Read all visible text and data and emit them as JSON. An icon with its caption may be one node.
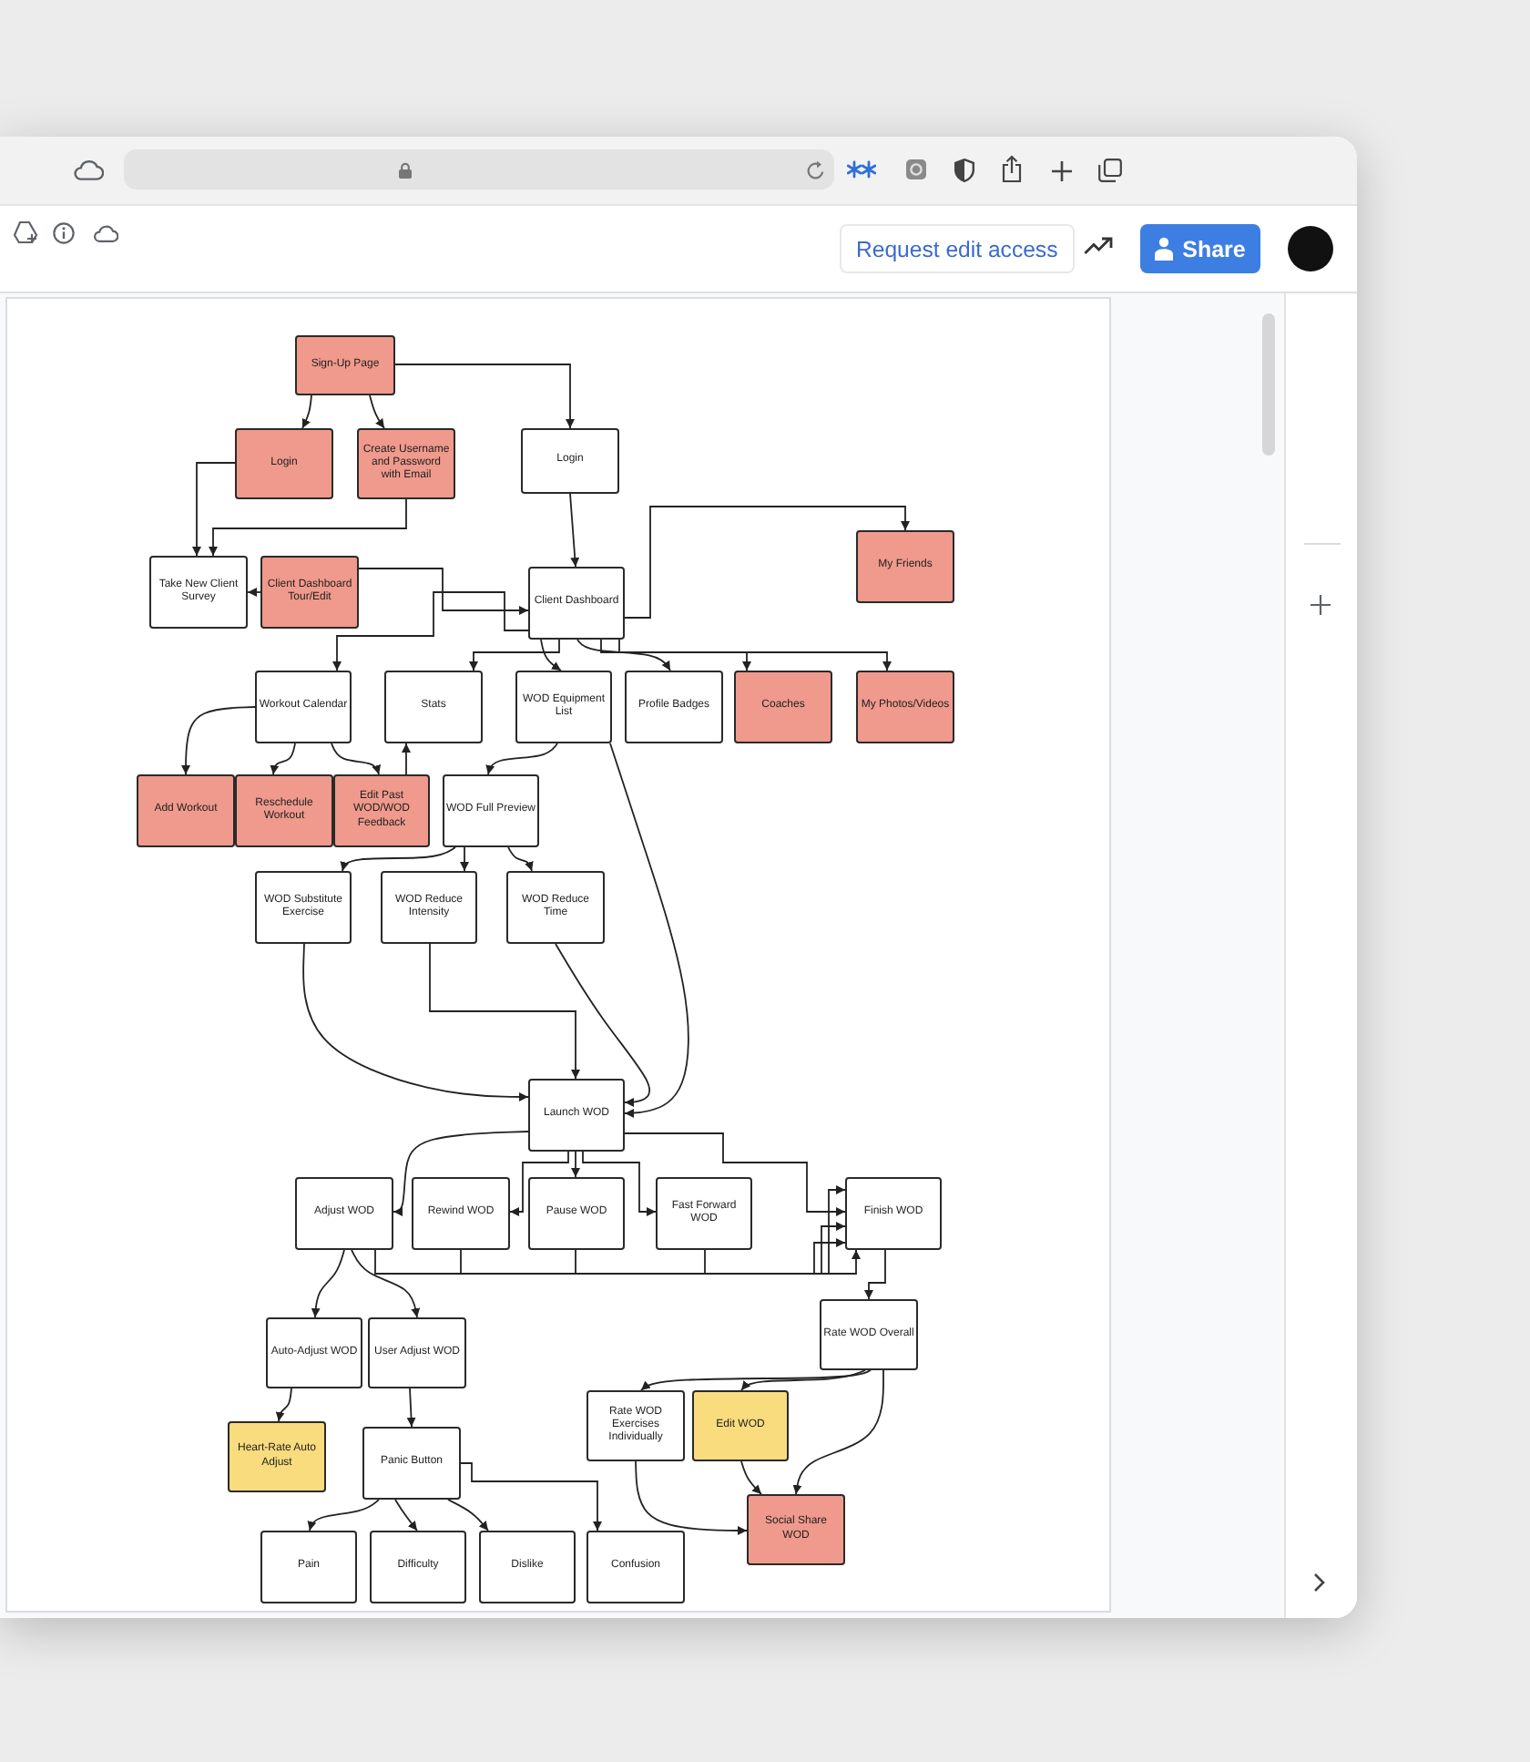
{
  "diagram": {
    "nodes": [
      {
        "text": [
          "Sign-Up Page"
        ]
      },
      {
        "text": [
          "Login"
        ]
      },
      {
        "text": [
          "Create Username and Password with Email"
        ]
      },
      {
        "text": [
          "Login"
        ]
      },
      {
        "text": [
          "Take New Client Survey"
        ]
      },
      {
        "text": [
          "Client Dashboard Tour/Edit"
        ]
      },
      {
        "text": [
          "Client Dashboard"
        ]
      },
      {
        "text": [
          "My Friends"
        ]
      },
      {
        "text": [
          "Workout Calendar"
        ]
      },
      {
        "text": [
          "Stats"
        ]
      },
      {
        "text": [
          "WOD Equipment List"
        ]
      },
      {
        "text": [
          "Profile Badges"
        ]
      },
      {
        "text": [
          "Coaches"
        ]
      },
      {
        "text": [
          "My Photos/Videos"
        ]
      },
      {
        "text": [
          "Add Workout"
        ]
      },
      {
        "text": [
          "Reschedule Workout"
        ]
      },
      {
        "text": [
          "Edit Past WOD/WOD Feedback"
        ]
      },
      {
        "text": [
          "WOD Full Preview"
        ]
      },
      {
        "text": [
          "WOD Substitute Exercise"
        ]
      },
      {
        "text": [
          "WOD Reduce Intensity"
        ]
      },
      {
        "text": [
          "WOD Reduce Time"
        ]
      },
      {
        "text": [
          "Launch WOD"
        ]
      },
      {
        "text": [
          "Adjust WOD"
        ]
      },
      {
        "text": [
          "Rewind WOD"
        ]
      },
      {
        "text": [
          "Pause WOD"
        ]
      },
      {
        "text": [
          "Fast Forward WOD"
        ]
      },
      {
        "text": [
          "Finish WOD"
        ]
      },
      {
        "text": [
          "Auto-Adjust WOD"
        ]
      },
      {
        "text": [
          "User Adjust WOD"
        ]
      },
      {
        "text": [
          "Rate WOD Overall"
        ]
      },
      {
        "text": [
          "Heart-Rate Auto Adjust"
        ]
      },
      {
        "text": [
          "Panic Button"
        ]
      },
      {
        "text": [
          "Rate WOD Exercises Individually"
        ]
      },
      {
        "text": [
          "Edit WOD"
        ]
      },
      {
        "text": [
          "Social Share WOD"
        ]
      },
      {
        "text": [
          "Pain"
        ]
      },
      {
        "text": [
          "Difficulty"
        ]
      },
      {
        "text": [
          "Dislike"
        ]
      },
      {
        "text": [
          "Confusion"
        ]
      }
    ],
    "edges": [
      {
        "from": 0,
        "to": 1,
        "arrow": "to"
      },
      {
        "from": 0,
        "to": 2,
        "arrow": "to"
      },
      {
        "from": 0,
        "to": 3,
        "arrow": "to"
      },
      {
        "from": 1,
        "to": 4,
        "arrow": "to"
      },
      {
        "from": 2,
        "to": 4,
        "arrow": "to"
      },
      {
        "from": 5,
        "to": 4,
        "arrow": "to"
      },
      {
        "from": 3,
        "to": 6,
        "arrow": "to"
      },
      {
        "from": 5,
        "to": 6,
        "arrow": "to"
      },
      {
        "from": 6,
        "to": 7,
        "arrow": "to"
      },
      {
        "from": 6,
        "to": 8,
        "arrow": "to"
      },
      {
        "from": 6,
        "to": 9,
        "arrow": "to"
      },
      {
        "from": 6,
        "to": 10,
        "arrow": "to"
      },
      {
        "from": 6,
        "to": 11,
        "arrow": "to"
      },
      {
        "from": 6,
        "to": 12,
        "arrow": "to"
      },
      {
        "from": 6,
        "to": 13,
        "arrow": "to"
      },
      {
        "from": 16,
        "to": 9,
        "arrow": "to"
      },
      {
        "from": 8,
        "to": 14,
        "arrow": "to"
      },
      {
        "from": 8,
        "to": 15,
        "arrow": "to"
      },
      {
        "from": 8,
        "to": 16,
        "arrow": "to"
      },
      {
        "from": 10,
        "to": 17,
        "arrow": "to"
      },
      {
        "from": 10,
        "to": 21,
        "arrow": "to"
      },
      {
        "from": 17,
        "to": 18,
        "arrow": "to"
      },
      {
        "from": 17,
        "to": 19,
        "arrow": "to"
      },
      {
        "from": 17,
        "to": 20,
        "arrow": "to"
      },
      {
        "from": 18,
        "to": 21,
        "arrow": "to"
      },
      {
        "from": 19,
        "to": 21,
        "arrow": "to"
      },
      {
        "from": 20,
        "to": 21,
        "arrow": "to"
      },
      {
        "from": 21,
        "to": 22,
        "arrow": "to"
      },
      {
        "from": 21,
        "to": 23,
        "arrow": "to"
      },
      {
        "from": 21,
        "to": 24,
        "arrow": "to"
      },
      {
        "from": 21,
        "to": 25,
        "arrow": "to"
      },
      {
        "from": 21,
        "to": 26,
        "arrow": "to"
      },
      {
        "from": 22,
        "to": 26,
        "arrow": "to"
      },
      {
        "from": 23,
        "to": 26,
        "arrow": "to"
      },
      {
        "from": 24,
        "to": 26,
        "arrow": "to"
      },
      {
        "from": 25,
        "to": 26,
        "arrow": "to"
      },
      {
        "from": 22,
        "to": 27,
        "arrow": "to"
      },
      {
        "from": 22,
        "to": 28,
        "arrow": "to"
      },
      {
        "from": 26,
        "to": 29,
        "arrow": "to"
      },
      {
        "from": 27,
        "to": 30,
        "arrow": "to"
      },
      {
        "from": 28,
        "to": 31,
        "arrow": "to"
      },
      {
        "from": 29,
        "to": 32,
        "arrow": "to"
      },
      {
        "from": 29,
        "to": 33,
        "arrow": "to"
      },
      {
        "from": 29,
        "to": 34,
        "arrow": "to"
      },
      {
        "from": 31,
        "to": 35,
        "arrow": "to"
      },
      {
        "from": 31,
        "to": 36,
        "arrow": "to"
      },
      {
        "from": 31,
        "to": 37,
        "arrow": "to"
      },
      {
        "from": 31,
        "to": 38,
        "arrow": "to"
      },
      {
        "from": 32,
        "to": 34,
        "arrow": "to"
      },
      {
        "from": 33,
        "to": 34,
        "arrow": "to"
      }
    ],
    "labels": [
      "Request edit access",
      "Share"
    ]
  }
}
